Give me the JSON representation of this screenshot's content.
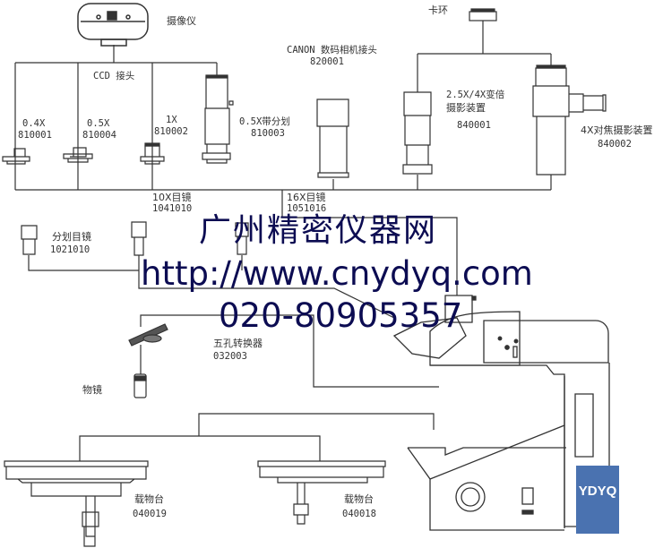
{
  "diagram": {
    "camera": {
      "label": "摄像仪"
    },
    "ccd_adapter": {
      "label": "CCD 接头"
    },
    "adapters": [
      {
        "mag": "0.4X",
        "code": "810001"
      },
      {
        "mag": "0.5X",
        "code": "810004"
      },
      {
        "mag": "1X",
        "code": "810002"
      },
      {
        "mag": "0.5X带分划",
        "code": "810003"
      }
    ],
    "canon": {
      "label": "CANON 数码相机接头",
      "code": "820001"
    },
    "clamp_ring": {
      "label": "卡环"
    },
    "zoom_photo": {
      "line1": "2.5X/4X变倍",
      "line2": "摄影装置",
      "code": "840001"
    },
    "focus_photo": {
      "label": "4X对焦摄影装置",
      "code": "840002"
    },
    "eyepieces": [
      {
        "label": "分划目镜",
        "code": "1021010"
      },
      {
        "label": "10X目镜",
        "code": "1041010"
      },
      {
        "label": "16X目镜",
        "code": "1051016"
      }
    ],
    "nosepiece": {
      "label": "五孔转换器",
      "code": "032003"
    },
    "objective": {
      "label": "物镜"
    },
    "stages": [
      {
        "label": "载物台",
        "code": "040019"
      },
      {
        "label": "载物台",
        "code": "040018"
      }
    ]
  },
  "watermark": {
    "name": "广州精密仪器网",
    "url": "http://www.cnydyq.com",
    "phone": "020-80905357"
  },
  "logo": {
    "text": "YDYQ",
    "color": "#4a72b0"
  },
  "colors": {
    "line": "#333333",
    "watermark": "#0c0c52"
  }
}
